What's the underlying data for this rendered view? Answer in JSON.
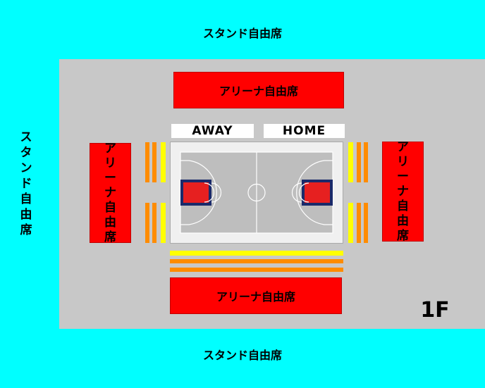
{
  "labels": {
    "stand_top": "スタンド自由席",
    "stand_bottom": "スタンド自由席",
    "stand_left_chars": [
      "ス",
      "タ",
      "ン",
      "ド",
      "自",
      "由",
      "席"
    ],
    "arena_top": "アリーナ自由席",
    "arena_bottom": "アリーナ自由席",
    "arena_left_chars": [
      "ア",
      "リ",
      "ー",
      "ナ",
      "自",
      "由",
      "席"
    ],
    "arena_right_chars": [
      "ア",
      "リ",
      "ー",
      "ナ",
      "自",
      "由",
      "席"
    ],
    "away": "AWAY",
    "home": "HOME",
    "floor": "1F"
  },
  "colors": {
    "stand": "#00FFFF",
    "floor": "#C8C8C8",
    "arena_block": "#FF0000",
    "seat_yellow": "#FFFF00",
    "seat_orange": "#FF8C00",
    "court": "#BEBEBE",
    "key": "#E62020",
    "key_border": "#1A2A6A"
  }
}
